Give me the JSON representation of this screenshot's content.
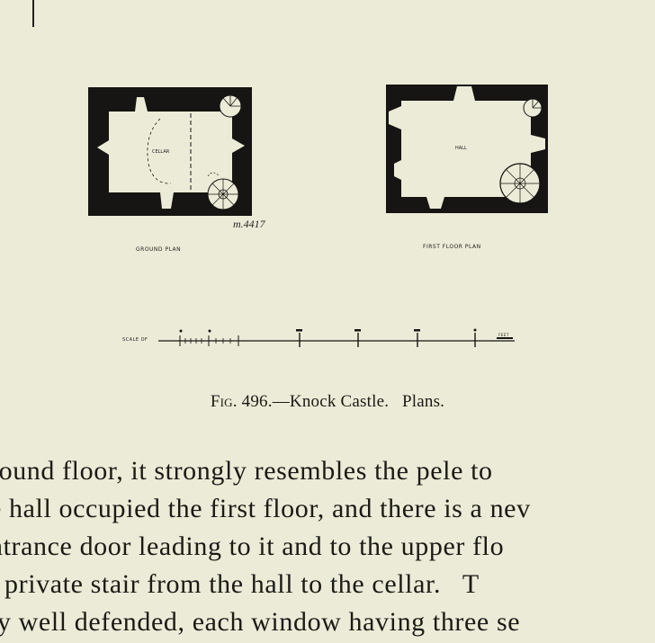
{
  "plans": {
    "ground": {
      "title": "GROUND PLAN",
      "room": "CELLAR",
      "note": "m.4417"
    },
    "first": {
      "title": "FIRST FLOOR PLAN",
      "room": "HALL"
    }
  },
  "scale": {
    "label": "SCALE OF",
    "end_label": "FEET"
  },
  "caption": {
    "fig": "Fig.",
    "text": "496.—Knock Castle.   Plans."
  },
  "body_lines": [
    "round floor, it strongly resembles the pele to",
    "e hall occupied the first floor, and there is a nev",
    "ntrance door leading to it and to the upper flo",
    "l private stair from the hall to the cellar.   T",
    "ly well defended, each window having three se"
  ]
}
